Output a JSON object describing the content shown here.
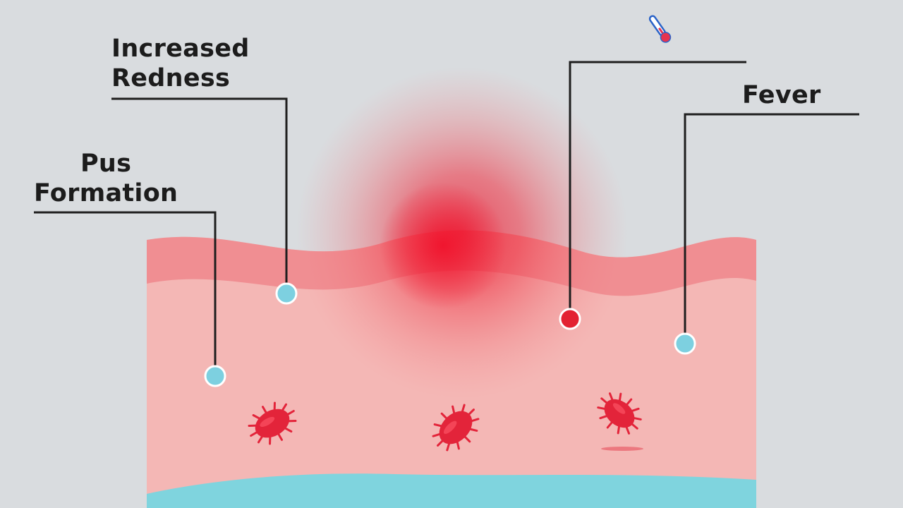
{
  "labels": {
    "increased_redness": [
      "Increased",
      "Redness"
    ],
    "pus_formation": [
      "Pus",
      "Formation"
    ],
    "fever": "Fever"
  },
  "colors": {
    "background": "#d9dcdf",
    "skin_top_layer": "#f08a8e",
    "skin_dermis": "#f4b7b5",
    "subcutaneous_layer": "#7fd4de",
    "inflammation": "#e8303f",
    "bacteria": "#e3243a",
    "marker_cyan": "#7dd0e0",
    "marker_red": "#e32232",
    "leader_line": "#1e1e1e"
  },
  "icons": {
    "thermometer": "thermometer-icon",
    "bacteria": "bacteria-icon"
  }
}
